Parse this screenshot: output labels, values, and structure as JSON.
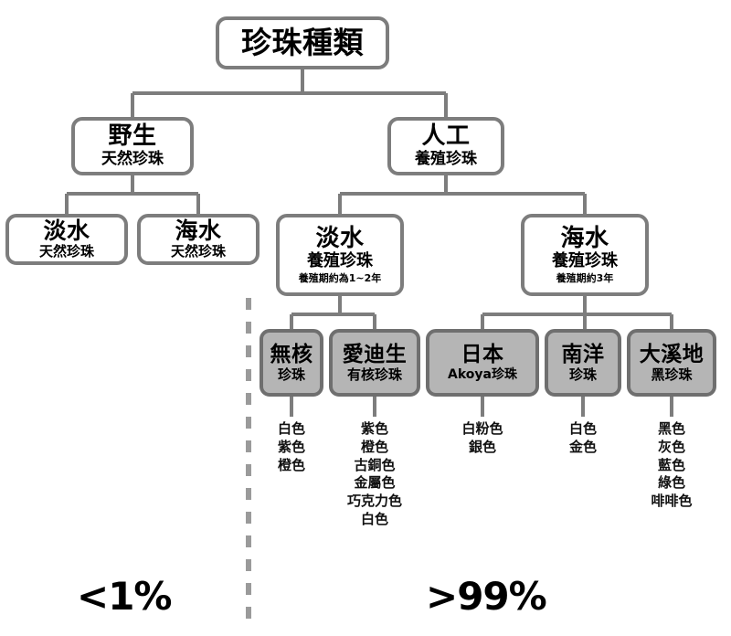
{
  "diagram": {
    "title": "珍珠種類",
    "root": {
      "label": "珍珠種類"
    },
    "level2": [
      {
        "line1": "野生",
        "line2": "天然珍珠"
      },
      {
        "line1": "人工",
        "line2": "養殖珍珠"
      }
    ],
    "level3": [
      {
        "line1": "淡水",
        "line2": "天然珍珠"
      },
      {
        "line1": "海水",
        "line2": "天然珍珠"
      },
      {
        "line1": "淡水",
        "line2": "養殖珍珠",
        "line3": "養殖期約為1~2年"
      },
      {
        "line1": "海水",
        "line2": "養殖珍珠",
        "line3": "養殖期約3年"
      }
    ],
    "level4": [
      {
        "line1": "無核",
        "line2": "珍珠"
      },
      {
        "line1": "愛迪生",
        "line2": "有核珍珠"
      },
      {
        "line1": "日本",
        "line2": "Akoya珍珠"
      },
      {
        "line1": "南洋",
        "line2": "珍珠"
      },
      {
        "line1": "大溪地",
        "line2": "黑珍珠"
      }
    ],
    "colors": {
      "nucleus_free": "白色\n紫色\n橙色",
      "edison": "紫色\n橙色\n古銅色\n金屬色\n巧克力色\n白色",
      "japan": "白粉色\n銀色",
      "south_sea": "白色\n金色",
      "tahiti": "黑色\n灰色\n藍色\n綠色\n啡啡色"
    },
    "percentages": {
      "wild": "<1%",
      "farmed": ">99%"
    },
    "palette": {
      "line": "#7d7d7d",
      "leaf_fill": "#b5b5b5",
      "leaf_border": "#6f6f6f",
      "text": "#111111",
      "background": "#ffffff"
    }
  }
}
